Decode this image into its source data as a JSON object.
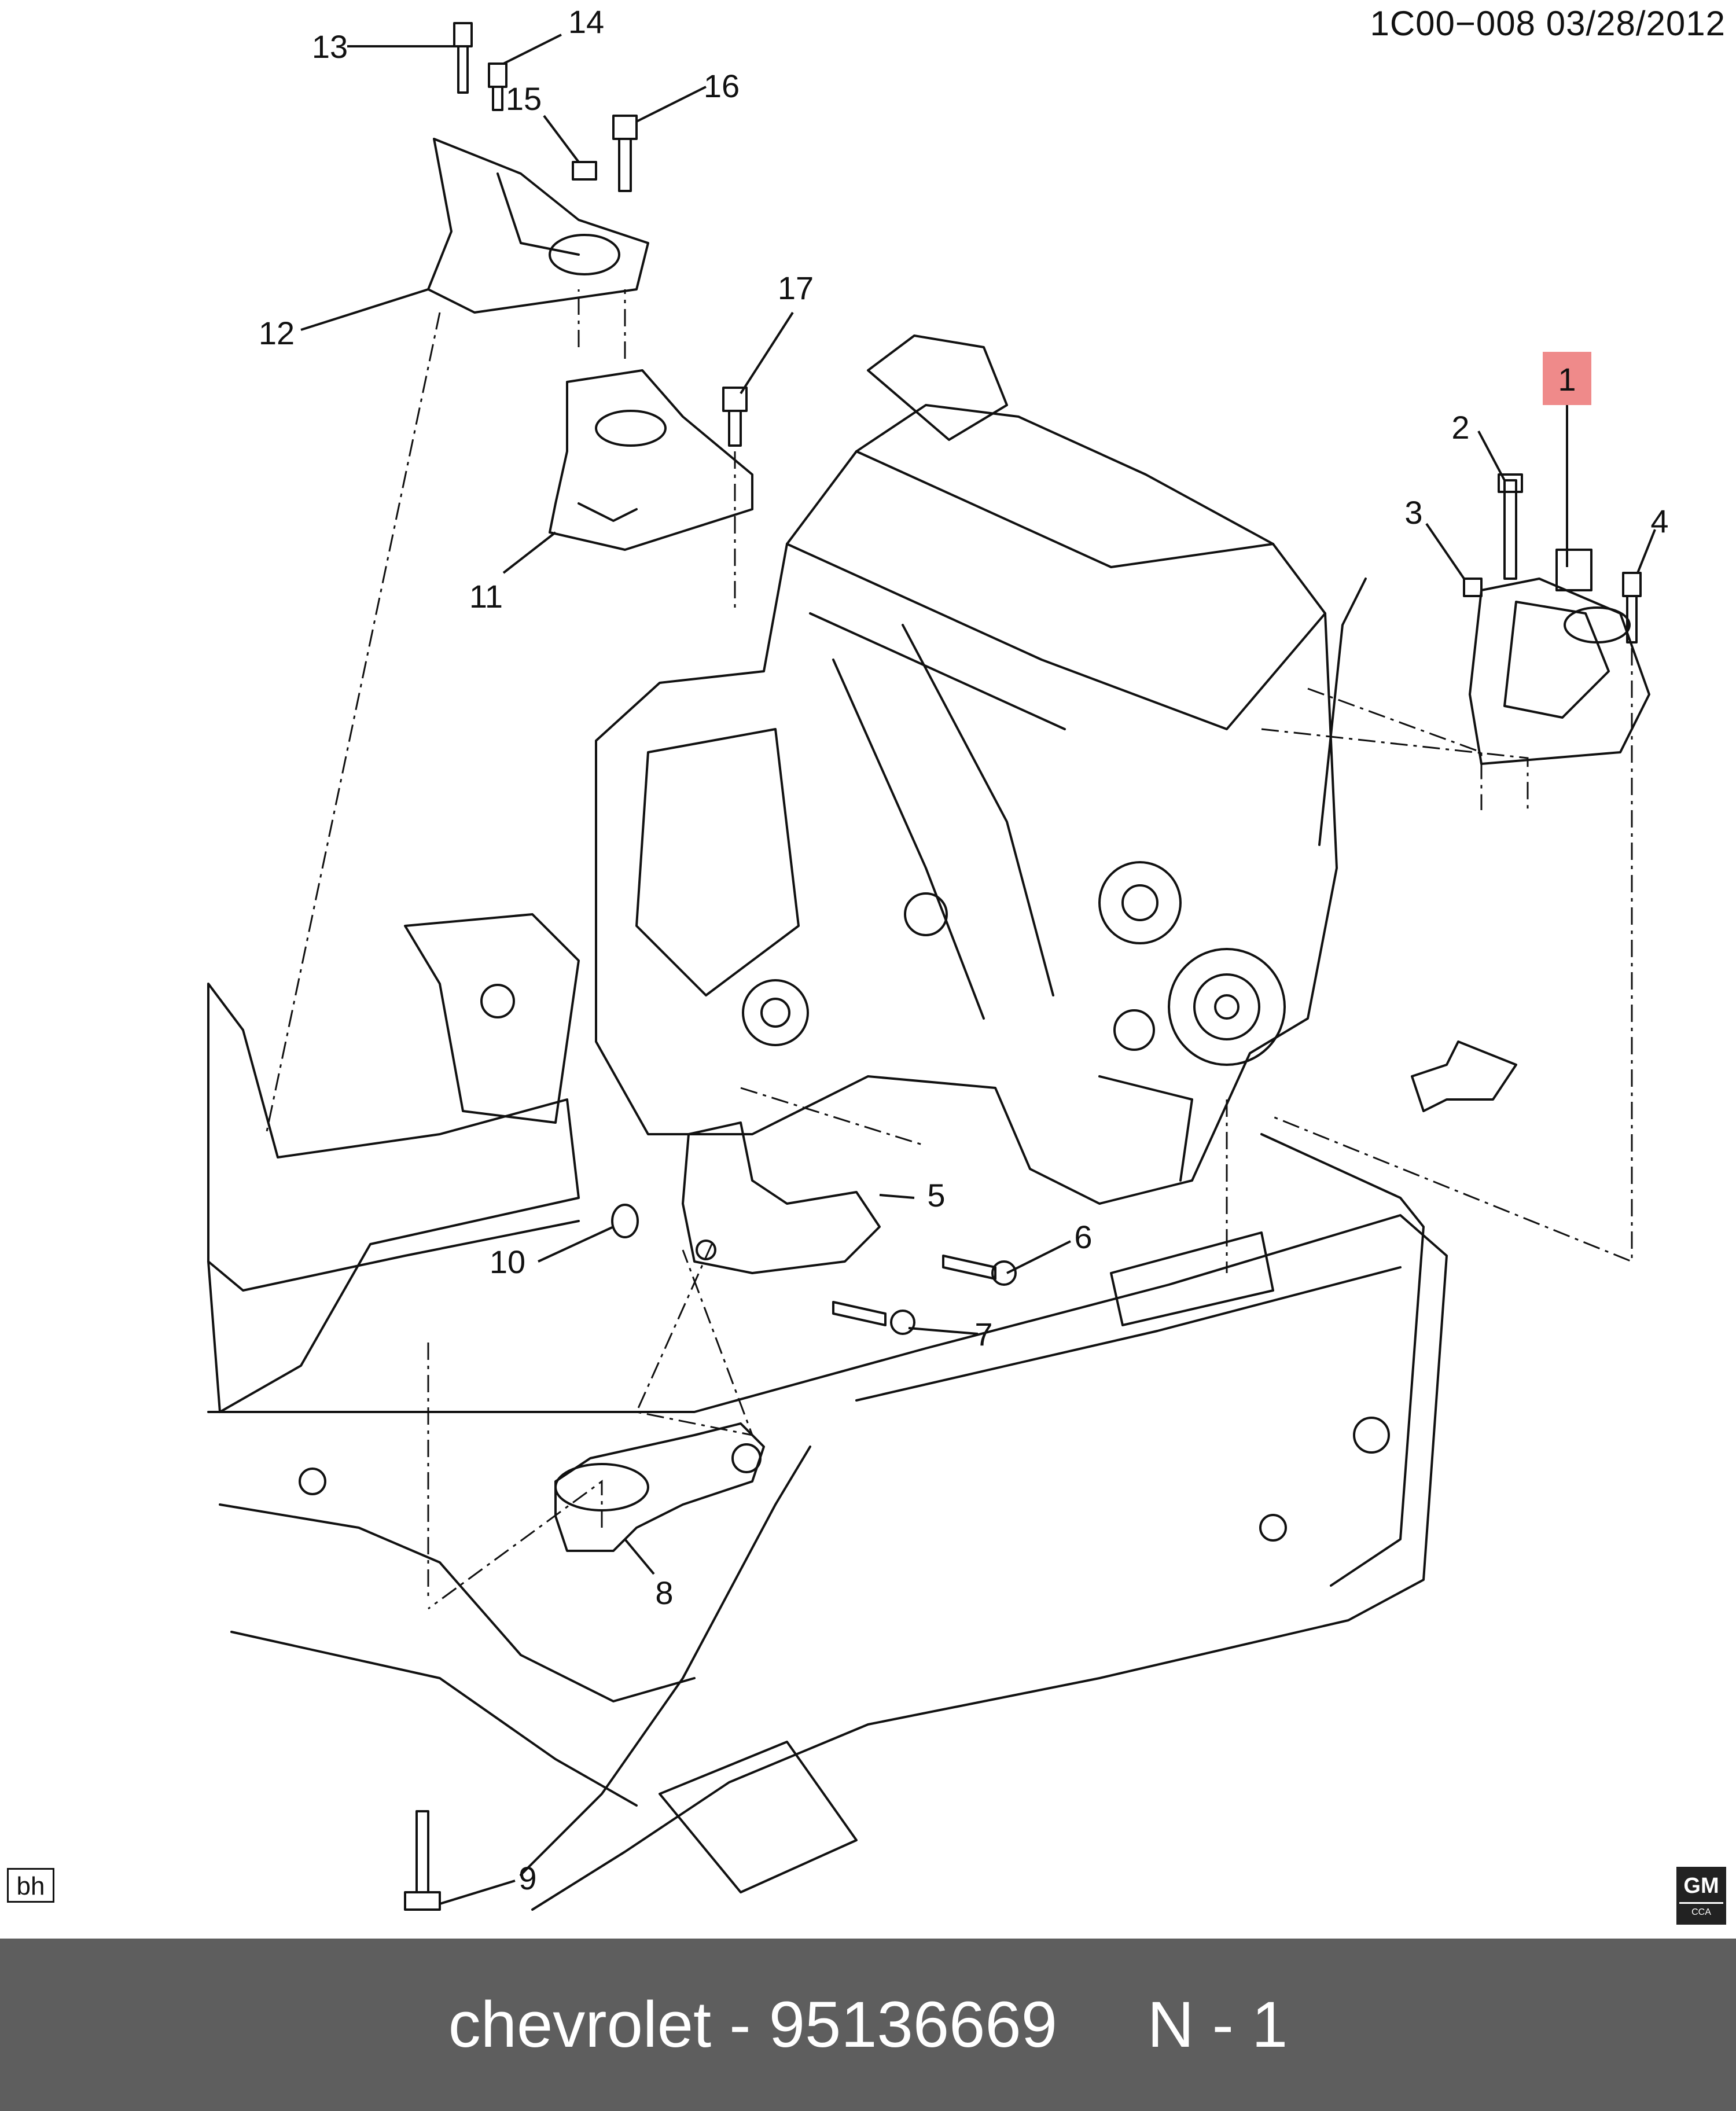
{
  "header": {
    "ref_code": "1C00−008  03/28/2012"
  },
  "callouts": [
    "1",
    "2",
    "3",
    "4",
    "5",
    "6",
    "7",
    "8",
    "9",
    "10",
    "11",
    "12",
    "13",
    "14",
    "15",
    "16",
    "17"
  ],
  "corner_badge": "bh",
  "brand_logo": {
    "icon": "gm-logo-icon",
    "text": "GM",
    "subtext": "CCA"
  },
  "footer": {
    "caption": "chevrolet - 95136669     N - 1"
  },
  "colors": {
    "footer_bg": "#5e5e5e",
    "highlight_callout": "#ef8a8a"
  },
  "highlight": {
    "callout": "1"
  }
}
